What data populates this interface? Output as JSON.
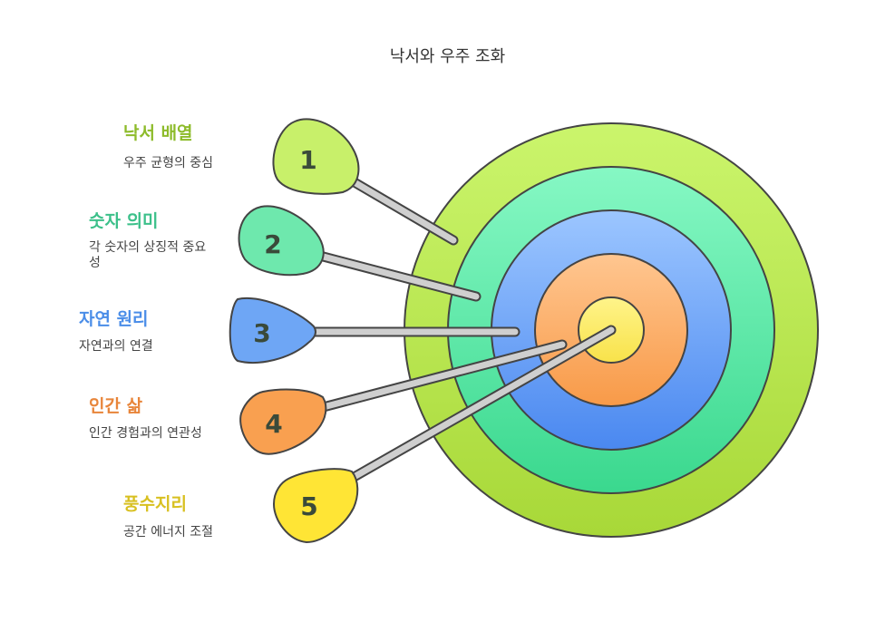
{
  "title": "낙서와 우주 조화",
  "items": [
    {
      "number": "1",
      "title": "낙서 배열",
      "description": "우주 균형의 중심",
      "title_color": "#8dbb2a",
      "dart_color": "#c8f06a"
    },
    {
      "number": "2",
      "title": "숫자 의미",
      "description": "각 숫자의 상징적 중요성",
      "title_color": "#3cc08a",
      "dart_color": "#6ee8ad"
    },
    {
      "number": "3",
      "title": "자연 원리",
      "description": "자연과의 연결",
      "title_color": "#4a8de8",
      "dart_color": "#6ea6f5"
    },
    {
      "number": "4",
      "title": "인간 삶",
      "description": "인간 경험과의 연관성",
      "title_color": "#e8853a",
      "dart_color": "#f9a050"
    },
    {
      "number": "5",
      "title": "풍수지리",
      "description": "공간 에너지 조절",
      "title_color": "#d8c020",
      "dart_color": "#ffe535"
    }
  ],
  "target_ring_colors": [
    "#b8e04a",
    "#66e4a8",
    "#6fa8f5",
    "#fbb06a",
    "#fff06a"
  ]
}
